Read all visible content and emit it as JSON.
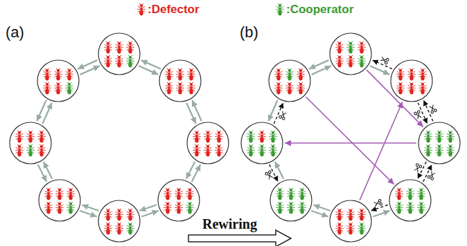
{
  "diagram": {
    "nodes": [
      {
        "text": []
      },
      {
        "text": []
      },
      {
        "text": []
      },
      {
        "text": []
      },
      {
        "text": []
      },
      {
        "text": []
      },
      {
        "text": []
      },
      {
        "text": []
      },
      {
        "text": []
      },
      {
        "text": []
      },
      {
        "text": []
      },
      {
        "text": []
      },
      {
        "text": []
      },
      {
        "text": []
      },
      {
        "text": []
      },
      {
        "text": []
      }
    ],
    "edges": [
      {
        "from": 0,
        "to": 1,
        "arrow": "to"
      },
      {
        "from": 1,
        "to": 0,
        "arrow": "to"
      },
      {
        "from": 1,
        "to": 2,
        "arrow": "to"
      },
      {
        "from": 2,
        "to": 1,
        "arrow": "to"
      },
      {
        "from": 2,
        "to": 3,
        "arrow": "to"
      },
      {
        "from": 3,
        "to": 2,
        "arrow": "to"
      },
      {
        "from": 3,
        "to": 4,
        "arrow": "to"
      },
      {
        "from": 4,
        "to": 3,
        "arrow": "to"
      },
      {
        "from": 4,
        "to": 5,
        "arrow": "to"
      },
      {
        "from": 5,
        "to": 4,
        "arrow": "to"
      },
      {
        "from": 5,
        "to": 6,
        "arrow": "to"
      },
      {
        "from": 6,
        "to": 5,
        "arrow": "to"
      },
      {
        "from": 6,
        "to": 7,
        "arrow": "to"
      },
      {
        "from": 7,
        "to": 6,
        "arrow": "to"
      },
      {
        "from": 7,
        "to": 0,
        "arrow": "to"
      },
      {
        "from": 0,
        "to": 7,
        "arrow": "to"
      },
      {
        "from": 15,
        "to": 8,
        "arrow": "to"
      },
      {
        "from": 8,
        "to": 15,
        "arrow": "to"
      },
      {
        "from": 8,
        "to": 9,
        "arrow": "to"
      },
      {
        "from": 9,
        "to": 8,
        "arrow": "to"
      },
      {
        "from": 9,
        "to": 10,
        "arrow": "to"
      },
      {
        "from": 10,
        "to": 9,
        "arrow": "to"
      },
      {
        "from": 10,
        "to": 11,
        "arrow": "to"
      },
      {
        "from": 11,
        "to": 10,
        "arrow": "to"
      },
      {
        "from": 11,
        "to": 12,
        "arrow": "to"
      },
      {
        "from": 12,
        "to": 11,
        "arrow": "to"
      },
      {
        "from": 12,
        "to": 13,
        "arrow": "to"
      },
      {
        "from": 13,
        "to": 12,
        "arrow": "to"
      },
      {
        "from": 13,
        "to": 14,
        "arrow": "to"
      },
      {
        "from": 14,
        "to": 13,
        "arrow": "to"
      },
      {
        "from": 14,
        "to": 15,
        "arrow": "to"
      },
      {
        "from": 15,
        "to": 14,
        "arrow": "to"
      },
      {
        "from": 15,
        "to": 11,
        "arrow": "to"
      },
      {
        "from": 8,
        "to": 10,
        "arrow": "to"
      },
      {
        "from": 10,
        "to": 14,
        "arrow": "to"
      },
      {
        "from": 12,
        "to": 9,
        "arrow": "to"
      }
    ],
    "labels": [
      "(a)",
      "(b)",
      "Rewiring"
    ],
    "legend": [
      {
        "text": ":Defector",
        "color": "#e0241e"
      },
      {
        "text": ":Cooperator",
        "color": "#3a9a32"
      }
    ]
  }
}
